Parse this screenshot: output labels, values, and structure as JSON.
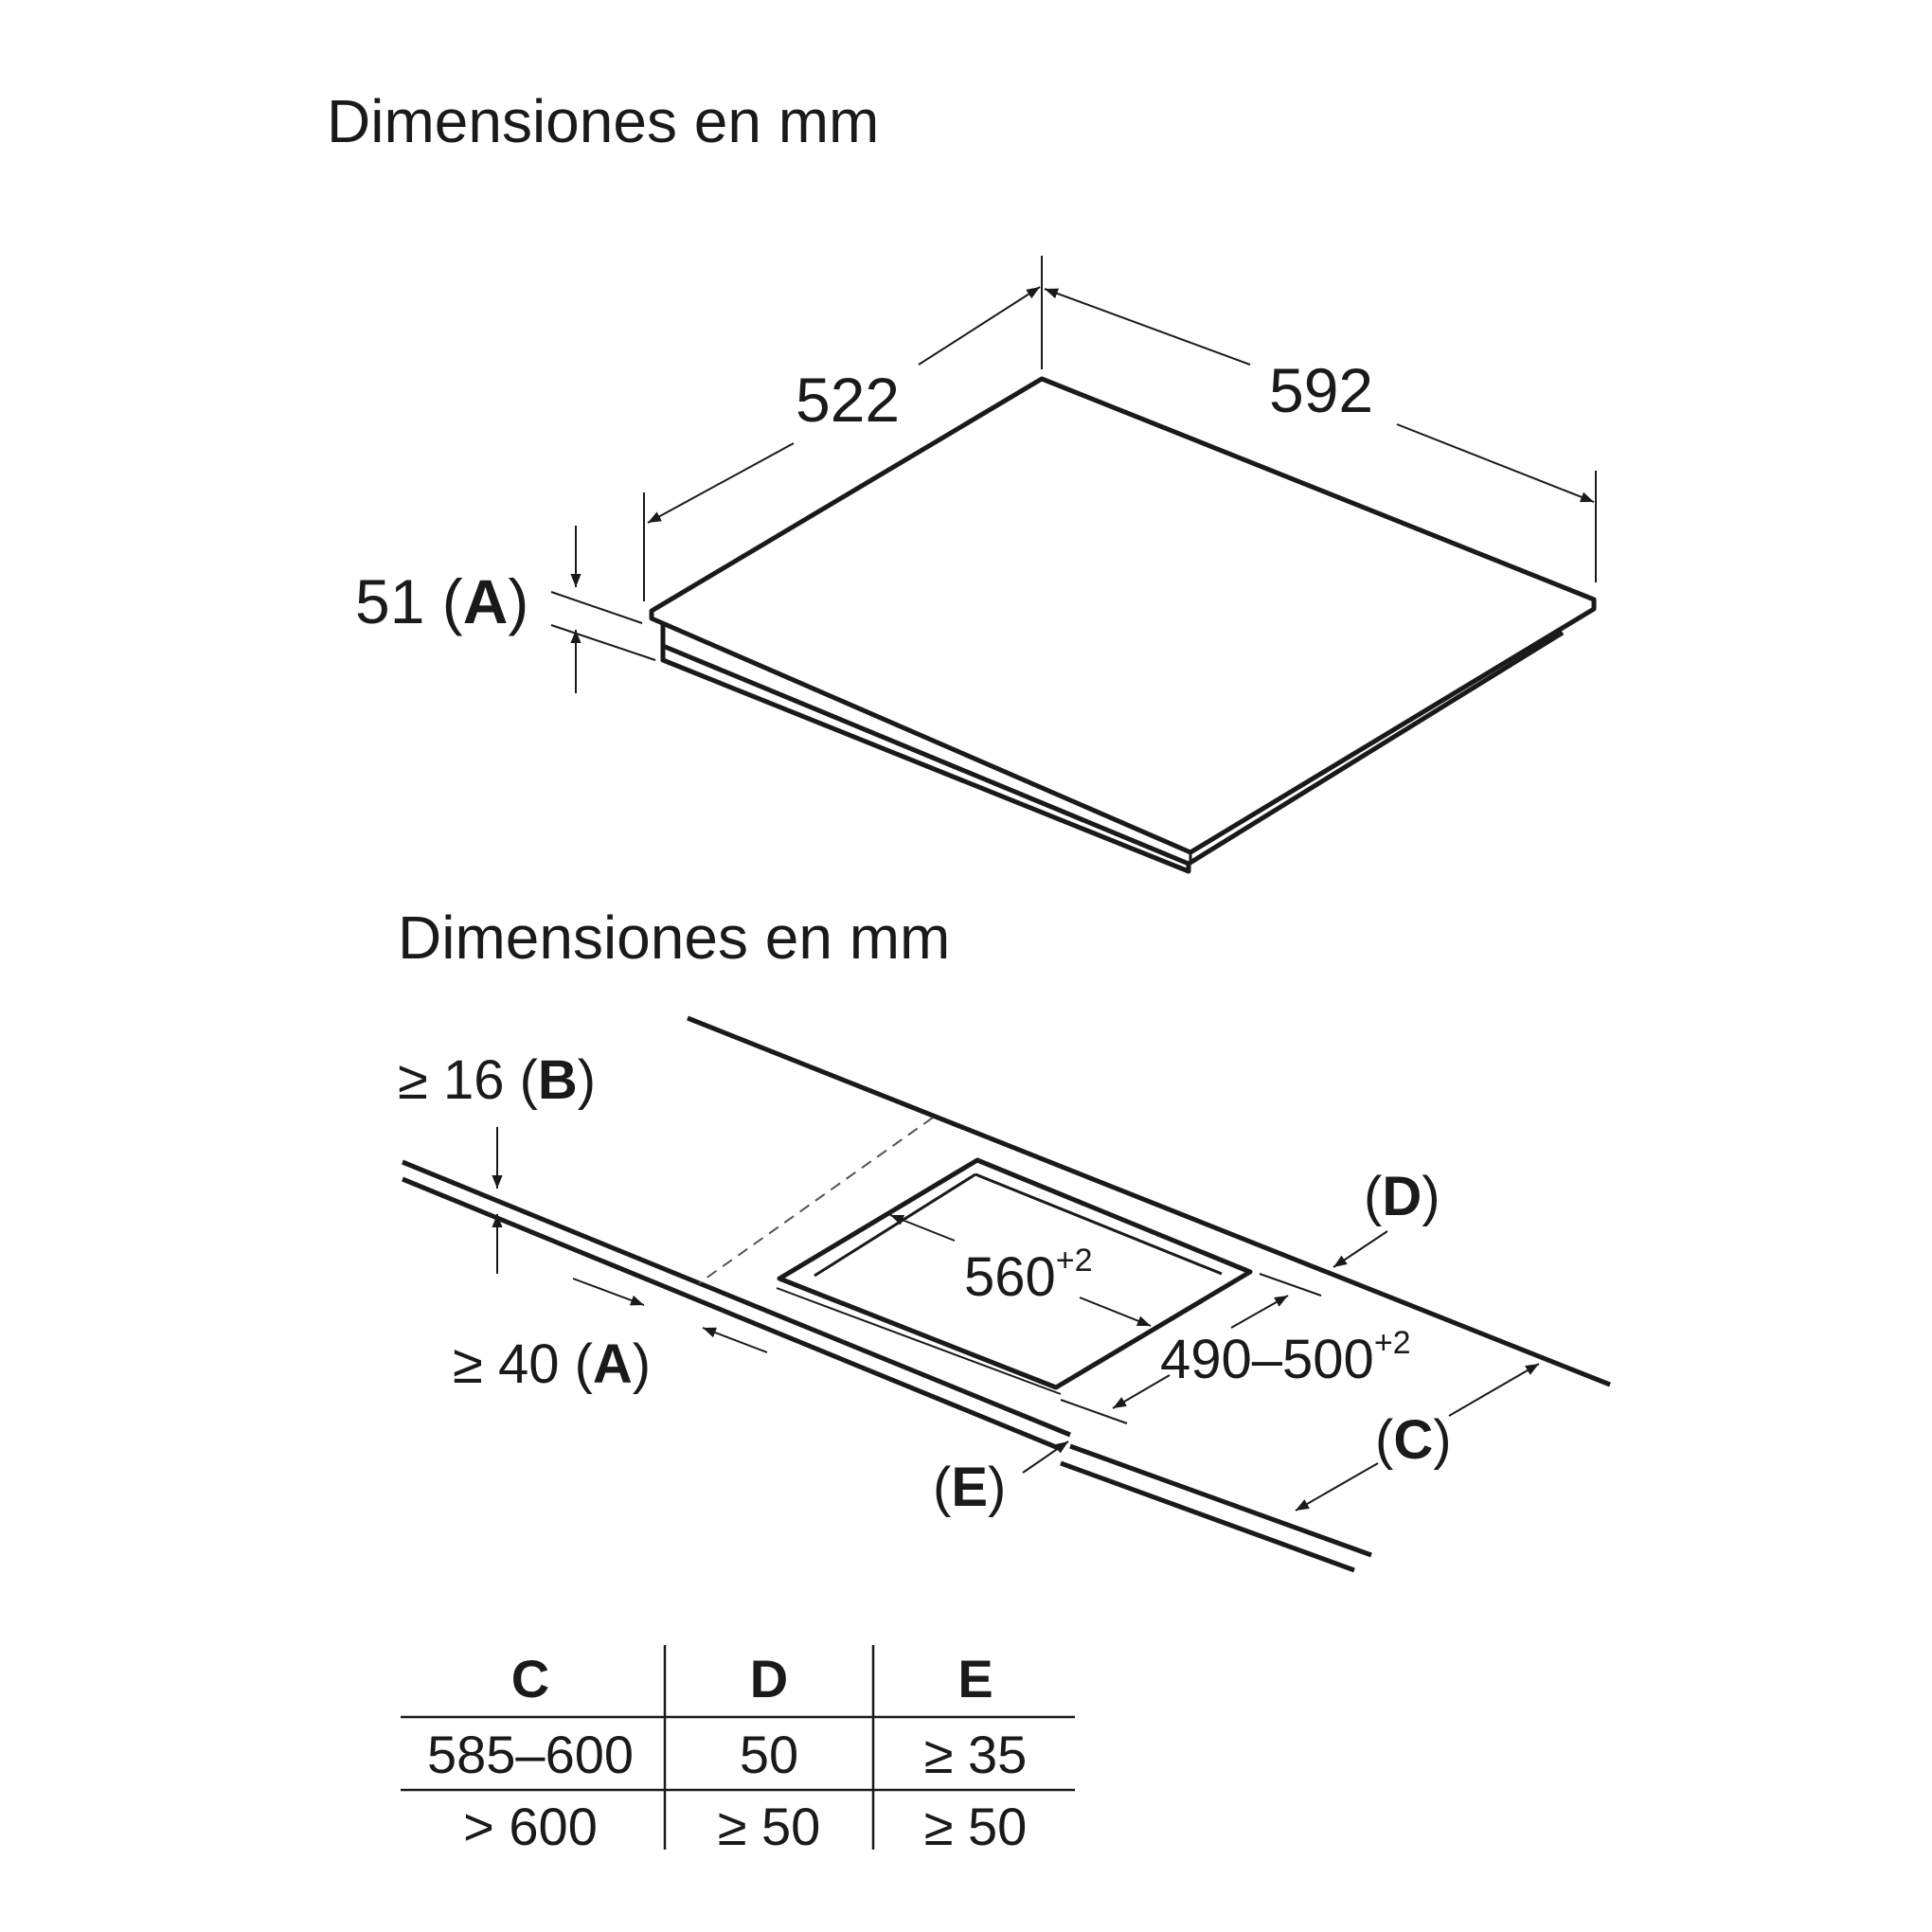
{
  "top": {
    "title": "Dimensiones en mm",
    "dim_depth": "522",
    "dim_width": "592",
    "dim_height_value": "51",
    "dim_height_ref": "A"
  },
  "bottom": {
    "title": "Dimensiones en mm",
    "b_value": "≥ 16",
    "b_ref": "B",
    "a_value": "≥ 40",
    "a_ref": "A",
    "cut_width": "560",
    "cut_width_tol": "+2",
    "cut_depth": "490–500",
    "cut_depth_tol": "+2",
    "ref_c": "C",
    "ref_d": "D",
    "ref_e": "E"
  },
  "table": {
    "headers": [
      "C",
      "D",
      "E"
    ],
    "rows": [
      [
        "585–600",
        "50",
        "≥ 35"
      ],
      [
        "> 600",
        "≥ 50",
        "≥ 50"
      ]
    ]
  }
}
